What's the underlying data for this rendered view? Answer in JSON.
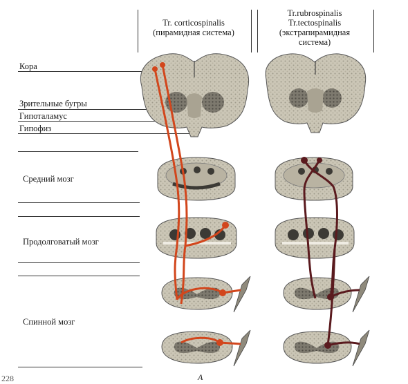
{
  "headers": {
    "left": {
      "line1": "Tr. corticospinalis",
      "line2": "(пирамидная система)"
    },
    "right": {
      "line1": "Tr.rubrospinalis",
      "line2": "Tr.tectospinalis",
      "line3": "(экстрапирамидная",
      "line4": "система)"
    }
  },
  "labels": {
    "cortex": "Кора",
    "thalamus": "Зрительные бугры",
    "hypothalamus": "Гипоталамус",
    "pituitary": "Гипофиз",
    "midbrain": "Средний мозг",
    "medulla": "Продолговатый  мозг",
    "spinal_cord": "Спинной мозг"
  },
  "caption": "A",
  "page_number": "228",
  "colors": {
    "pyramidal_tract": "#d2461c",
    "extrapyramidal_tract": "#5a1a1e",
    "tissue": "#c9c4b4",
    "tissue_dark": "#6d6a60"
  }
}
